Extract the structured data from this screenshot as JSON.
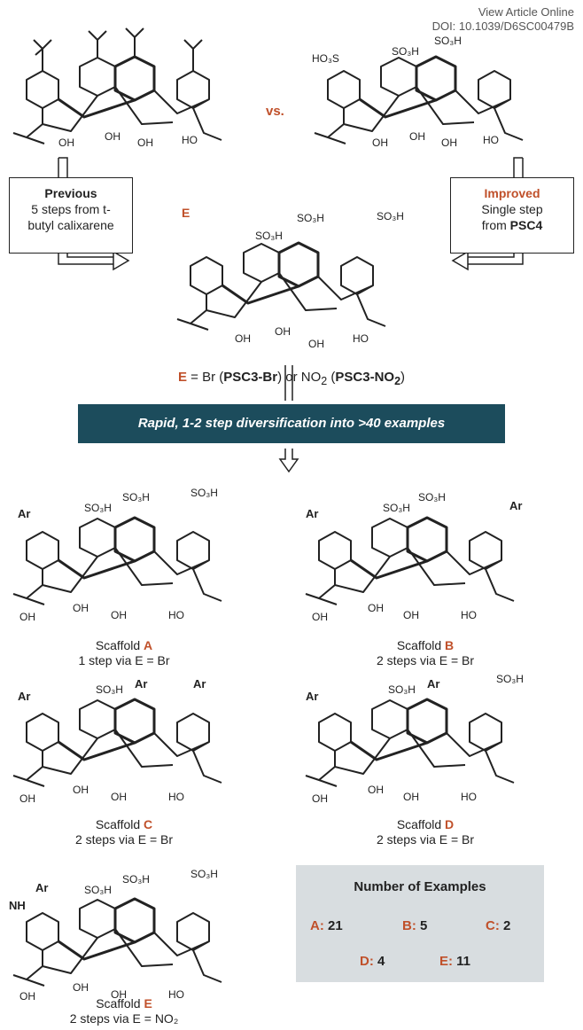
{
  "header": {
    "line1": "View Article Online",
    "line2": "DOI: 10.1039/D6SC00479B"
  },
  "top": {
    "vs": "vs."
  },
  "previous_box": {
    "title": "Previous",
    "line1": "5 steps from t-",
    "line2": "butyl calixarene"
  },
  "improved_box": {
    "title": "Improved",
    "line1": "Single step",
    "line2": "from ",
    "line2_bold": "PSC4"
  },
  "center": {
    "e_label": "E",
    "caption_e": "E",
    "caption_mid": " = Br (",
    "caption_b1": "PSC3-Br",
    "caption_mid2": ") or NO",
    "caption_sub": "2",
    "caption_mid3": " (",
    "caption_b2": "PSC3-NO",
    "caption_b2_sub": "2",
    "caption_end": ")"
  },
  "banner": "Rapid, 1-2 step diversification into >40 examples",
  "labels": {
    "tbu": "",
    "so3h": "SO₃H",
    "ho3s": "HO₃S",
    "oh": "OH",
    "ho": "HO",
    "ar": "Ar",
    "nh": "NH"
  },
  "scaffolds": [
    {
      "name": "Scaffold ",
      "letter": "A",
      "line2": "1 step via E = Br"
    },
    {
      "name": "Scaffold ",
      "letter": "B",
      "line2": "2 steps via E = Br"
    },
    {
      "name": "Scaffold ",
      "letter": "C",
      "line2": "2 steps via E = Br"
    },
    {
      "name": "Scaffold ",
      "letter": "D",
      "line2": "2 steps via E = Br"
    },
    {
      "name": "Scaffold ",
      "letter": "E",
      "line2": "2 steps via E = NO₂"
    }
  ],
  "legend": {
    "title": "Number of Examples",
    "items": [
      {
        "letter": "A:",
        "count": "21"
      },
      {
        "letter": "B:",
        "count": "5"
      },
      {
        "letter": "C:",
        "count": "2"
      },
      {
        "letter": "D:",
        "count": "4"
      },
      {
        "letter": "E:",
        "count": "11"
      }
    ]
  },
  "colors": {
    "accent": "#c0502a",
    "banner": "#1c4c5c",
    "legend_bg": "#d8dde0"
  }
}
